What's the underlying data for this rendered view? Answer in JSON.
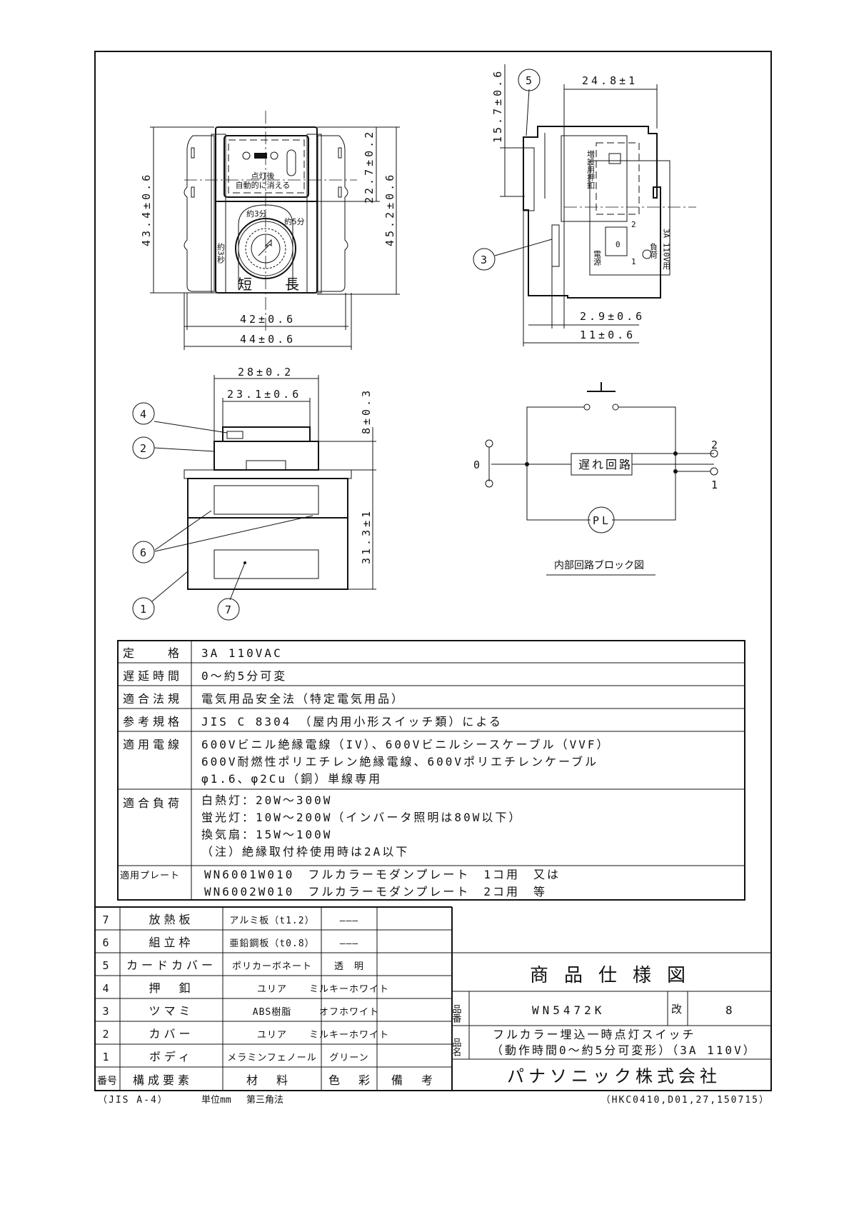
{
  "front_view": {
    "card_text_1": "点灯後",
    "card_text_2": "自動的に消える",
    "dial_3min": "約3分",
    "dial_5min": "約5分",
    "dial_3sec": "約3秒",
    "short": "短",
    "long": "長",
    "dims": {
      "h_outer": "43.4±0.6",
      "h_card": "22.7±0.2",
      "h_total": "45.2±0.6",
      "w_inner": "42±0.6",
      "w_outer": "44±0.6"
    }
  },
  "side_view": {
    "ext_button": "増設用押釦",
    "source": "電源",
    "load": "負荷",
    "rating_label": "3A 110V用",
    "terminal_0": "0",
    "terminal_1": "1",
    "terminal_2": "2",
    "dims": {
      "h_card": "15.7±0.6",
      "depth": "24.8±1",
      "knob": "2.9±0.6",
      "front": "11±0.6"
    }
  },
  "bottom_view": {
    "dims": {
      "w_outer": "28±0.2",
      "w_inner": "23.1±0.6",
      "h_top": "8±0.3",
      "h_body": "31.3±1"
    }
  },
  "callouts": [
    "1",
    "2",
    "3",
    "4",
    "5",
    "6",
    "7"
  ],
  "circuit": {
    "delay_circuit": "遅れ回路",
    "pilot_lamp": "PL",
    "terminal_0": "0",
    "terminal_1": "1",
    "terminal_2": "2",
    "caption": "内部回路ブロック図"
  },
  "spec_table": [
    {
      "label": "定　　格",
      "lines": [
        "3A 110VAC"
      ]
    },
    {
      "label": "遅延時間",
      "lines": [
        "0～約5分可変"
      ]
    },
    {
      "label": "適合法規",
      "lines": [
        "電気用品安全法（特定電気用品）"
      ]
    },
    {
      "label": "参考規格",
      "lines": [
        "JIS C 8304　（屋内用小形スイッチ類）による"
      ]
    },
    {
      "label": "適用電線",
      "lines": [
        "600Vビニル絶縁電線（IV）、600Vビニルシースケーブル（VVF）",
        "600V耐燃性ポリエチレン絶縁電線、600Vポリエチレンケーブル",
        "φ1.6、φ2Cu（銅）単線専用"
      ]
    },
    {
      "label": "適合負荷",
      "lines": [
        "白熱灯：20W～300W",
        "蛍光灯：10W～200W（インバータ照明は80W以下）",
        "換気扇：15W～100W",
        "（注）絶縁取付枠使用時は2A以下"
      ]
    },
    {
      "label": "適用プレート",
      "lines": [
        "WN6001W010　フルカラーモダンプレート　1コ用　又は",
        "WN6002W010　フルカラーモダンプレート　2コ用　等"
      ]
    }
  ],
  "parts_table": {
    "headers": [
      "番号",
      "構成要素",
      "材　料",
      "色　彩",
      "備　考"
    ],
    "rows": [
      {
        "no": "7",
        "part": "放熱板",
        "material": "アルミ板（t1.2）",
        "color": "———",
        "note": ""
      },
      {
        "no": "6",
        "part": "組立枠",
        "material": "亜鉛鋼板（t0.8）",
        "color": "———",
        "note": ""
      },
      {
        "no": "5",
        "part": "カードカバー",
        "material": "ポリカーボネート",
        "color": "透　明",
        "note": ""
      },
      {
        "no": "4",
        "part": "押　釦",
        "material": "ユリア",
        "color": "ミルキーホワイト",
        "note": ""
      },
      {
        "no": "3",
        "part": "ツマミ",
        "material": "ABS樹脂",
        "color": "オフホワイト",
        "note": ""
      },
      {
        "no": "2",
        "part": "カバー",
        "material": "ユリア",
        "color": "ミルキーホワイト",
        "note": ""
      },
      {
        "no": "1",
        "part": "ボディ",
        "material": "メラミンフェノール",
        "color": "グリーン",
        "note": ""
      }
    ]
  },
  "title_block": {
    "title": "商品仕様図",
    "part_no_label": "品番",
    "part_no": "WN5472K",
    "rev_label": "改",
    "rev": "8",
    "name_label": "品名",
    "name_1": "フルカラー埋込一時点灯スイッチ",
    "name_2": "（動作時間0～約5分可変形）（3A 110V）",
    "company": "パナソニック株式会社"
  },
  "footer": {
    "paper": "（JIS A-4）",
    "unit": "単位mm",
    "projection": "第三角法",
    "doc_code": "（HKC0410,D01,27,150715）"
  }
}
